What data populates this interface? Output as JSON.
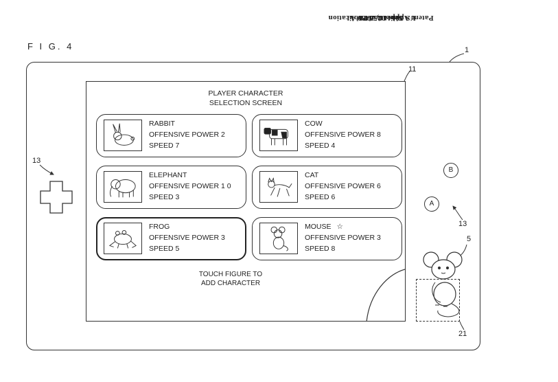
{
  "figure_label": "F I G. 4",
  "side_header": {
    "publication": "Patent Application Publication",
    "date": "Sep. 11, 2014",
    "sheet": "Sheet 4 of 11",
    "number": "US 2014/0256430 A1"
  },
  "refs": {
    "device": "1",
    "screen": "11",
    "dpad": "13",
    "buttons": "13",
    "figure": "5",
    "reader_area": "21"
  },
  "screen": {
    "title_line1": "PLAYER CHARACTER",
    "title_line2": "SELECTION SCREEN",
    "hint_line1": "TOUCH FIGURE TO",
    "hint_line2": "ADD CHARACTER"
  },
  "characters": [
    {
      "name": "RABBIT",
      "power": "OFFENSIVE POWER 2",
      "speed": "SPEED 7",
      "icon": "rabbit-icon"
    },
    {
      "name": "COW",
      "power": "OFFENSIVE POWER 8",
      "speed": "SPEED 4",
      "icon": "cow-icon"
    },
    {
      "name": "ELEPHANT",
      "power": "OFFENSIVE POWER 1 0",
      "speed": "SPEED 3",
      "icon": "elephant-icon"
    },
    {
      "name": "CAT",
      "power": "OFFENSIVE POWER 6",
      "speed": "SPEED 6",
      "icon": "cat-icon"
    },
    {
      "name": "FROG",
      "power": "OFFENSIVE POWER 3",
      "speed": "SPEED 5",
      "icon": "frog-icon",
      "selected": true
    },
    {
      "name": "MOUSE",
      "badge": "☆",
      "power": "OFFENSIVE POWER 3",
      "speed": "SPEED 8",
      "icon": "mouse-icon"
    }
  ],
  "controls": {
    "button_b": "B",
    "button_a": "A"
  }
}
